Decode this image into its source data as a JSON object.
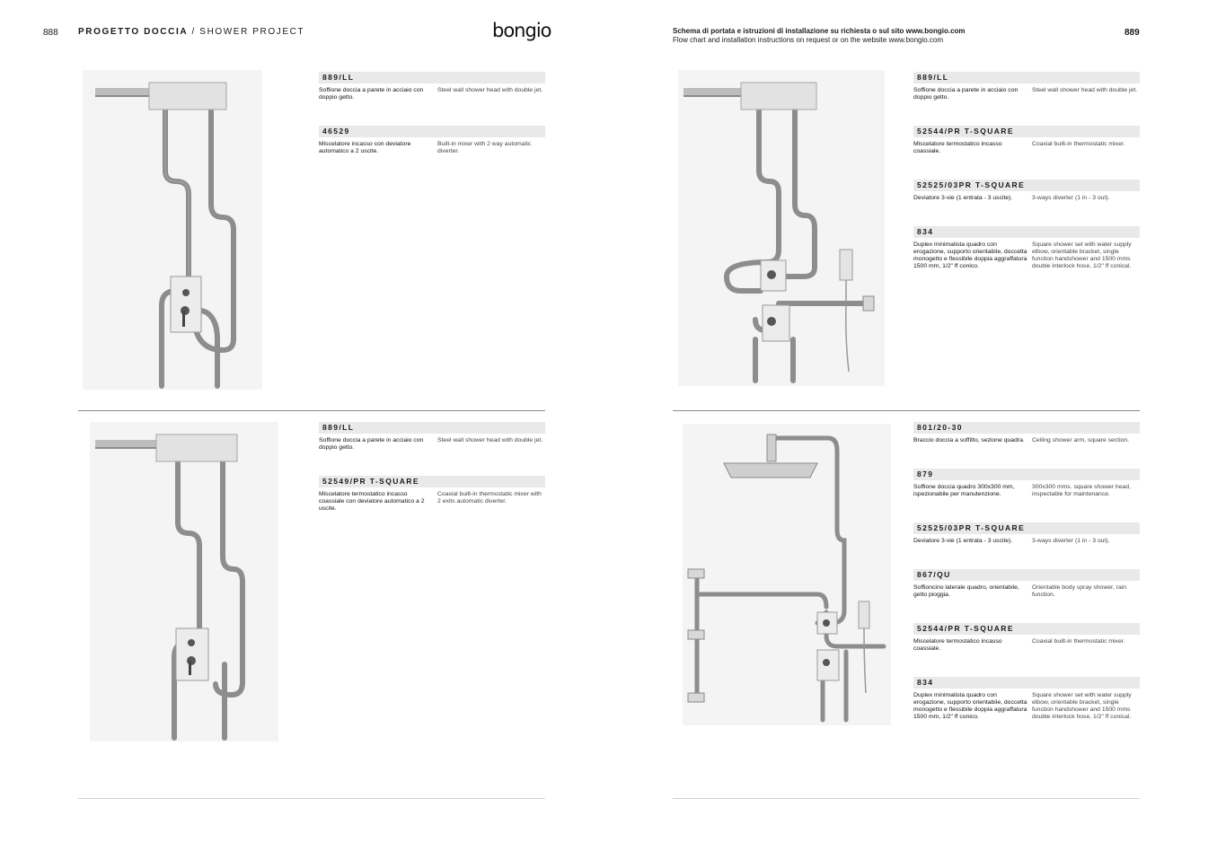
{
  "header": {
    "left_page_number": "888",
    "title_bold": "PROGETTO DOCCIA",
    "title_separator": " / ",
    "title_light": "SHOWER PROJECT",
    "logo": "bongio",
    "right_line1": "Schema di portata e istruzioni di installazione su richiesta o sul sito www.bongio.com",
    "right_line2": "Flow chart and installation instructions on request or on the website www.bongio.com",
    "right_page_number": "889"
  },
  "panels": [
    {
      "items": [
        {
          "code": "889/LL",
          "it": "Soffione doccia a parete in acciaio con doppio getto.",
          "en": "Steel wall shower head with double jet."
        },
        {
          "code": "46529",
          "it": "Miscelatore incasso con deviatore automatico a 2 uscite.",
          "en": "Built-in mixer with 2 way automatic diverter."
        }
      ]
    },
    {
      "items": [
        {
          "code": "889/LL",
          "it": "Soffione doccia a parete in acciaio con doppio getto.",
          "en": "Steel wall shower head with double jet."
        },
        {
          "code": "52549/PR T-SQUARE",
          "it": "Miscelatore termostatico incasso coassiale con deviatore automatico a 2 uscite.",
          "en": "Coaxial built-in thermostatic mixer with 2 exits automatic diverter."
        }
      ]
    },
    {
      "items": [
        {
          "code": "889/LL",
          "it": "Soffione doccia a parete in acciaio con doppio getto.",
          "en": "Steel wall shower head with double jet."
        },
        {
          "code": "52544/PR T-SQUARE",
          "it": "Miscelatore termostatico incasso coassiale.",
          "en": "Coaxial built-in thermostatic mixer."
        },
        {
          "code": "52525/03PR T-SQUARE",
          "it": "Deviatore 3-vie (1 entrata - 3 uscite).",
          "en": "3-ways diverter (1 in - 3 out)."
        },
        {
          "code": "834",
          "it": "Duplex minimalista quadro con erogazione, supporto orientabile, doccetta monogetto e flessibile doppia aggraffatura 1500 mm, 1/2\" ff conico.",
          "en": "Square shower set with water supply elbow, orientable bracket, single function handshower and 1500 mms double interlock hose, 1/2\" ff conical."
        }
      ]
    },
    {
      "items": [
        {
          "code": "801/20-30",
          "it": "Braccio doccia a soffitto, sezione quadra.",
          "en": "Ceiling shower arm, square section."
        },
        {
          "code": "879",
          "it": "Soffione doccia quadro 300x300 mm, ispezionabile per manutenzione.",
          "en": "300x300 mms. square shower head, inspectable for maintenance."
        },
        {
          "code": "52525/03PR T-SQUARE",
          "it": "Deviatore 3-vie (1 entrata - 3 uscite).",
          "en": "3-ways diverter (1 in - 3 out)."
        },
        {
          "code": "867/QU",
          "it": "Soffioncino laterale quadro, orientabile, getto pioggia.",
          "en": "Orientable body spray shower, rain function."
        },
        {
          "code": "52544/PR T-SQUARE",
          "it": "Miscelatore termostatico incasso coassiale.",
          "en": "Coaxial built-in thermostatic mixer."
        },
        {
          "code": "834",
          "it": "Duplex minimalista quadro con erogazione, supporto orientabile, doccetta monogetto e flessibile doppia aggraffatura 1500 mm, 1/2\" ff conico.",
          "en": "Square shower set with water supply elbow, orientable bracket, single function handshower and 1500 mms double interlock hose, 1/2\" ff conical."
        }
      ]
    }
  ]
}
